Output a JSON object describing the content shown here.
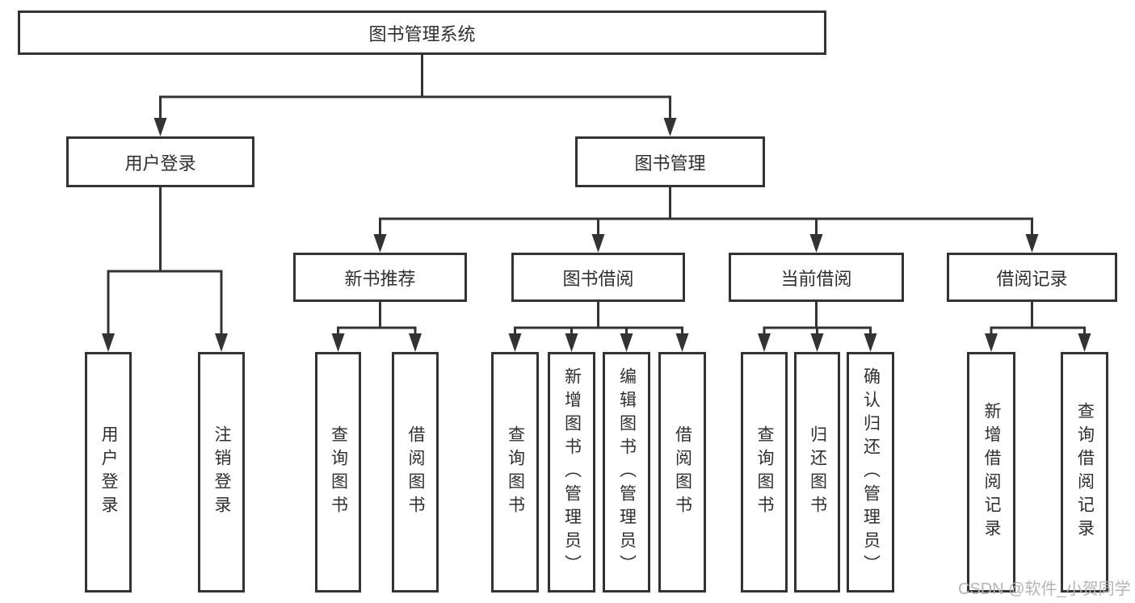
{
  "watermark": "CSDN @软件_小贺同学",
  "diagram_type": "hierarchy-tree",
  "colors": {
    "line": "#333333",
    "border": "#333333",
    "text": "#2f2f2f",
    "watermark": "#b4b4b4",
    "background": "#ffffff"
  },
  "tree": {
    "label": "图书管理系统",
    "children": [
      {
        "label": "用户登录",
        "children": [
          {
            "label": "用户登录"
          },
          {
            "label": "注销登录"
          }
        ]
      },
      {
        "label": "图书管理",
        "children": [
          {
            "label": "新书推荐",
            "children": [
              {
                "label": "查询图书"
              },
              {
                "label": "借阅图书"
              }
            ]
          },
          {
            "label": "图书借阅",
            "children": [
              {
                "label": "查询图书"
              },
              {
                "label": "新增图书（管理员）"
              },
              {
                "label": "编辑图书（管理员）"
              },
              {
                "label": "借阅图书"
              }
            ]
          },
          {
            "label": "当前借阅",
            "children": [
              {
                "label": "查询图书"
              },
              {
                "label": "归还图书"
              },
              {
                "label": "确认归还（管理员）"
              }
            ]
          },
          {
            "label": "借阅记录",
            "children": [
              {
                "label": "新增借阅记录"
              },
              {
                "label": "查询借阅记录"
              }
            ]
          }
        ]
      }
    ]
  }
}
